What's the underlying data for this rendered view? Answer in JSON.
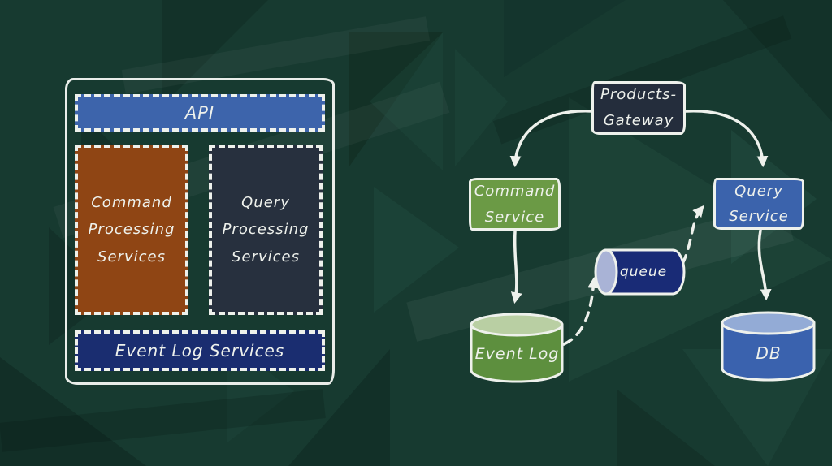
{
  "left_panel": {
    "api": {
      "label": "API"
    },
    "command_processing": {
      "label": "Command Processing Services"
    },
    "query_processing": {
      "label": "Query Processing Services"
    },
    "event_log_services": {
      "label": "Event Log Services"
    }
  },
  "flow": {
    "gateway": {
      "label": "Products-Gateway"
    },
    "command_service": {
      "label": "Command Service"
    },
    "query_service": {
      "label": "Query Service"
    },
    "queue": {
      "label": "queue"
    },
    "event_log": {
      "label": "Event Log"
    },
    "db": {
      "label": "DB"
    }
  },
  "colors": {
    "background": "#173a30",
    "api_blue": "#3d64ab",
    "command_orange": "#8f4514",
    "query_slate": "#27303e",
    "event_log_navy": "#1a2d70",
    "gateway_charcoal": "#242d3c",
    "service_green": "#6b9a45",
    "service_blue": "#3b63ac",
    "cylinder_green": "#5d8f3e",
    "cylinder_green_top": "#b9cfa3",
    "queue_navy": "#192b76",
    "queue_cap_light": "#a9b3d6",
    "db_blue": "#3a62ae",
    "db_top_light": "#93abd6",
    "chalk_white": "#eef1ec"
  }
}
